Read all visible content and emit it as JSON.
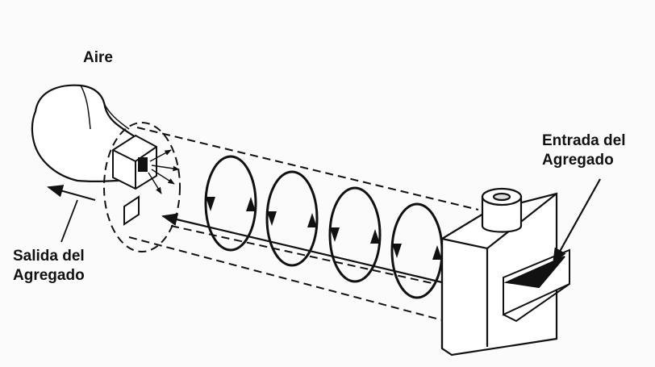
{
  "labels": {
    "air": "Aire",
    "outlet_line1": "Salida del",
    "outlet_line2": "Agregado",
    "inlet_line1": "Entrada del",
    "inlet_line2": "Agregado"
  },
  "colors": {
    "ink": "#111111",
    "background": "#fbfbfb"
  }
}
